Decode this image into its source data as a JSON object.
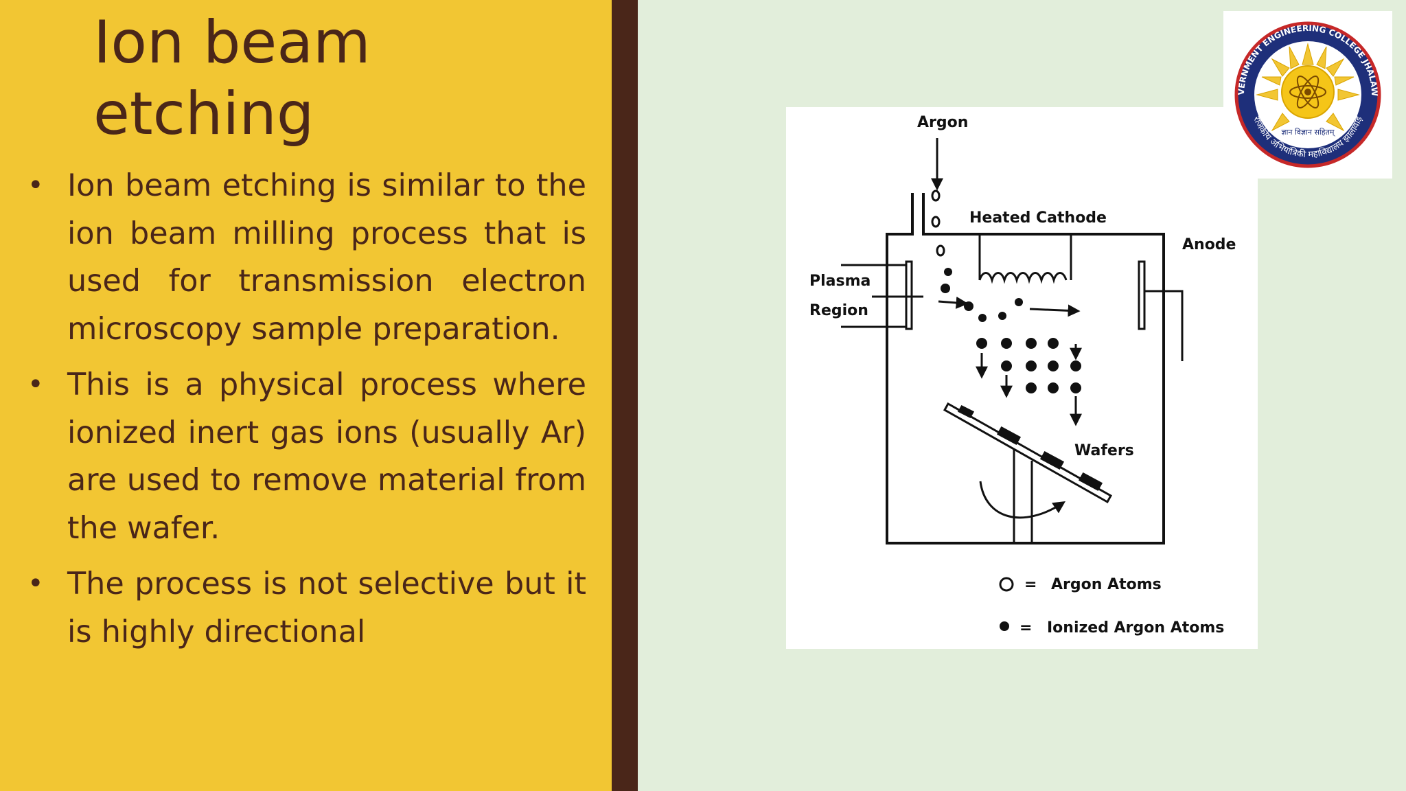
{
  "slide": {
    "title": "Ion beam etching",
    "bullets": [
      "Ion beam etching is similar to the ion beam milling process that is used for transmission electron microscopy sample preparation.",
      "This is a physical process where ionized inert gas ions (usually Ar) are used to remove material from the wafer.",
      "The process is not selective but it is highly directional"
    ]
  },
  "diagram": {
    "labels": {
      "argon": "Argon",
      "heated_cathode": "Heated Cathode",
      "anode": "Anode",
      "plasma": "Plasma",
      "region": "Region",
      "wafers": "Wafers"
    },
    "legend": [
      {
        "symbol": "open-circle",
        "eq": "=",
        "text": "Argon Atoms"
      },
      {
        "symbol": "filled-circle",
        "eq": "=",
        "text": "Ionized Argon Atoms"
      }
    ]
  },
  "logo": {
    "ring_text_top": "GOVERNMENT ENGINEERING COLLEGE JHALAWAR",
    "ring_text_bottom": "राजकीय अभियांत्रिकी महाविद्यालय झालावाड़",
    "motto": "ज्ञान विज्ञान सहितम्",
    "icon": "atom-sun-emblem"
  },
  "colors": {
    "left_panel": "#f2c633",
    "divider": "#4a2619",
    "text": "#4a2619",
    "background": "#e2eedb"
  }
}
